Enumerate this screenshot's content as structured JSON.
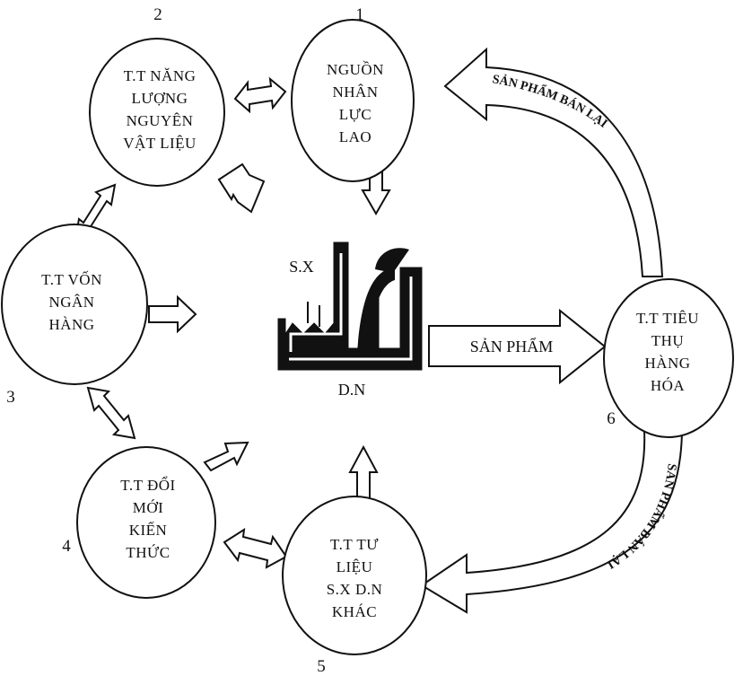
{
  "nodes": [
    {
      "id": "1",
      "number": "1",
      "lines": [
        "NGUỒN",
        "NHÂN",
        "LỰC",
        "LAO"
      ]
    },
    {
      "id": "2",
      "number": "2",
      "lines": [
        "T.T NĂNG",
        "LƯỢNG",
        "NGUYÊN",
        "VẬT LIỆU"
      ]
    },
    {
      "id": "3",
      "number": "3",
      "lines": [
        "T.T VỐN",
        "NGÂN",
        "HÀNG"
      ]
    },
    {
      "id": "4",
      "number": "4",
      "lines": [
        "T.T ĐỔI",
        "MỚI",
        "KIẾN",
        "THỨC"
      ]
    },
    {
      "id": "5",
      "number": "5",
      "lines": [
        "T.T TƯ",
        "LIỆU",
        "S.X D.N",
        "KHÁC"
      ]
    },
    {
      "id": "6",
      "number": "6",
      "lines": [
        "T.T TIÊU",
        "THỤ",
        "HÀNG",
        "HÓA"
      ]
    }
  ],
  "center": {
    "top_label": "S.X",
    "bottom_label": "D.N"
  },
  "product_arrow_label": "SẢN PHẨM",
  "curved_top_label": "SẢN PHẨM BÁN LẠI",
  "curved_bottom_label": "SẢN PHẨM BÁN LẠI"
}
